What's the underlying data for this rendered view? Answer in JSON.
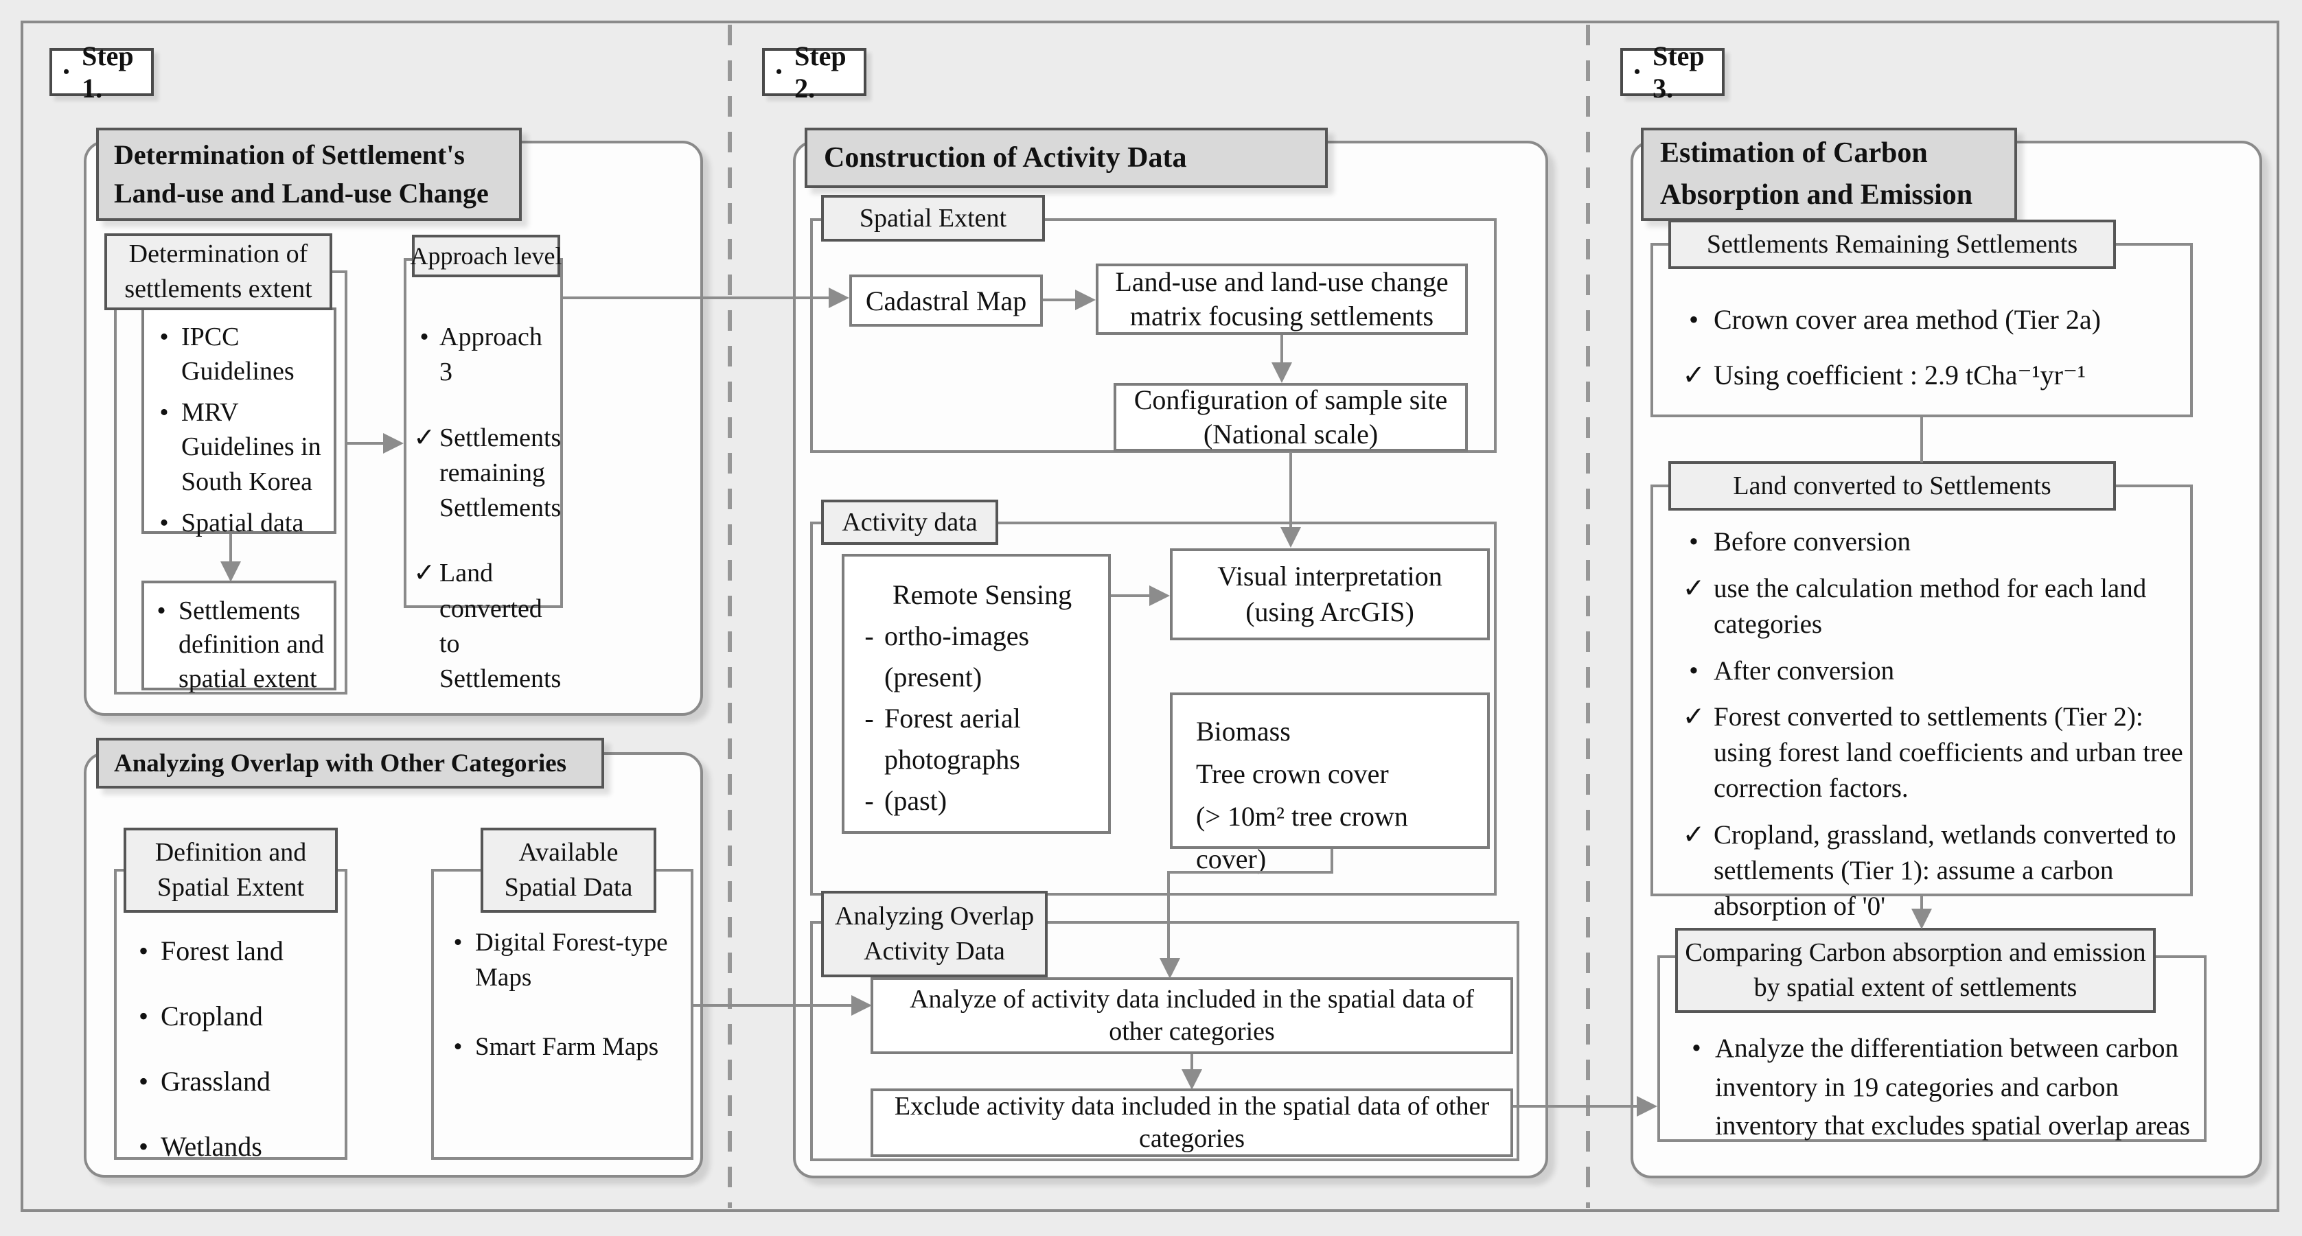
{
  "markers": {
    "bullet": "•",
    "check": "✓",
    "dash": "-"
  },
  "step1": {
    "label": "Step 1.",
    "landuse": {
      "title1": "Determination of  Settlement's",
      "title2": "Land-use and Land-use Change",
      "extent_tab1": "Determination of",
      "extent_tab2": "settlements extent",
      "extent_items": [
        {
          "m": "•",
          "t": "IPCC Guidelines"
        },
        {
          "m": "•",
          "t": "MRV Guidelines in South Korea"
        },
        {
          "m": "•",
          "t": "Spatial data"
        }
      ],
      "result_item": {
        "m": "•",
        "t": "Settlements definition and spatial extent"
      },
      "approach_tab": "Approach level",
      "approach_items": [
        {
          "m": "•",
          "t": "Approach 3"
        },
        {
          "m": "✓",
          "t": "Settlements remaining Settlements"
        },
        {
          "m": "✓",
          "t": "Land converted to Settlements"
        }
      ]
    },
    "overlap": {
      "title": "Analyzing Overlap with Other Categories",
      "def_tab1": "Definition  and",
      "def_tab2": "Spatial Extent",
      "def_items": [
        {
          "m": "•",
          "t": "Forest land"
        },
        {
          "m": "•",
          "t": "Cropland"
        },
        {
          "m": "•",
          "t": "Grassland"
        },
        {
          "m": "•",
          "t": "Wetlands"
        }
      ],
      "avail_tab1": "Available",
      "avail_tab2": "Spatial Data",
      "avail_items": [
        {
          "m": "•",
          "t": "Digital Forest-type Maps"
        },
        {
          "m": "•",
          "t": "Smart Farm Maps"
        }
      ]
    }
  },
  "step2": {
    "label": "Step 2.",
    "title": "Construction of Activity Data",
    "spatial": {
      "tab": "Spatial Extent",
      "cadastral": "Cadastral Map",
      "matrix": "Land-use and land-use change matrix focusing settlements",
      "config": "Configuration of sample site (National scale)"
    },
    "activity": {
      "tab": "Activity data",
      "remote_lines": [
        {
          "m": "",
          "t": "Remote Sensing"
        },
        {
          "m": "-",
          "t": "ortho-images"
        },
        {
          "m": "",
          "t": "(present)"
        },
        {
          "m": "-",
          "t": "Forest aerial"
        },
        {
          "m": "",
          "t": "photographs"
        },
        {
          "m": "-",
          "t": "(past)"
        }
      ],
      "visual": "Visual interpretation (using ArcGIS)",
      "biomass_lines": [
        "Biomass",
        "Tree crown cover",
        "(> 10m² tree crown cover)"
      ]
    },
    "overlap": {
      "tab1": "Analyzing  Overlap",
      "tab2": "Activity Data",
      "analyze": "Analyze of activity data included in the spatial data of other categories",
      "exclude": "Exclude activity data included in the spatial data of other categories"
    }
  },
  "step3": {
    "label": "Step 3.",
    "title1": "Estimation of Carbon",
    "title2": "Absorption and Emission",
    "remaining": {
      "tab": "Settlements Remaining  Settlements",
      "items": [
        {
          "m": "•",
          "t": "Crown cover area method (Tier 2a)"
        },
        {
          "m": "✓",
          "t": "Using coefficient : 2.9 tCha⁻¹yr⁻¹"
        }
      ]
    },
    "converted": {
      "tab": "Land converted to Settlements",
      "items": [
        {
          "m": "•",
          "t": "Before conversion"
        },
        {
          "m": "✓",
          "t": "use the calculation method for each land categories"
        },
        {
          "m": "•",
          "t": "After conversion"
        },
        {
          "m": "✓",
          "t": "Forest converted to settlements (Tier 2): using forest land coefficients and urban tree correction factors."
        },
        {
          "m": "✓",
          "t": "Cropland, grassland, wetlands converted to settlements (Tier 1): assume a carbon absorption of '0'"
        }
      ]
    },
    "comparing": {
      "tab1": "Comparing Carbon absorption and emission",
      "tab2": "by spatial extent of settlements",
      "items": [
        {
          "m": "•",
          "t": "Analyze the differentiation between carbon inventory in 19 categories and carbon inventory that excludes spatial overlap areas"
        }
      ]
    }
  }
}
